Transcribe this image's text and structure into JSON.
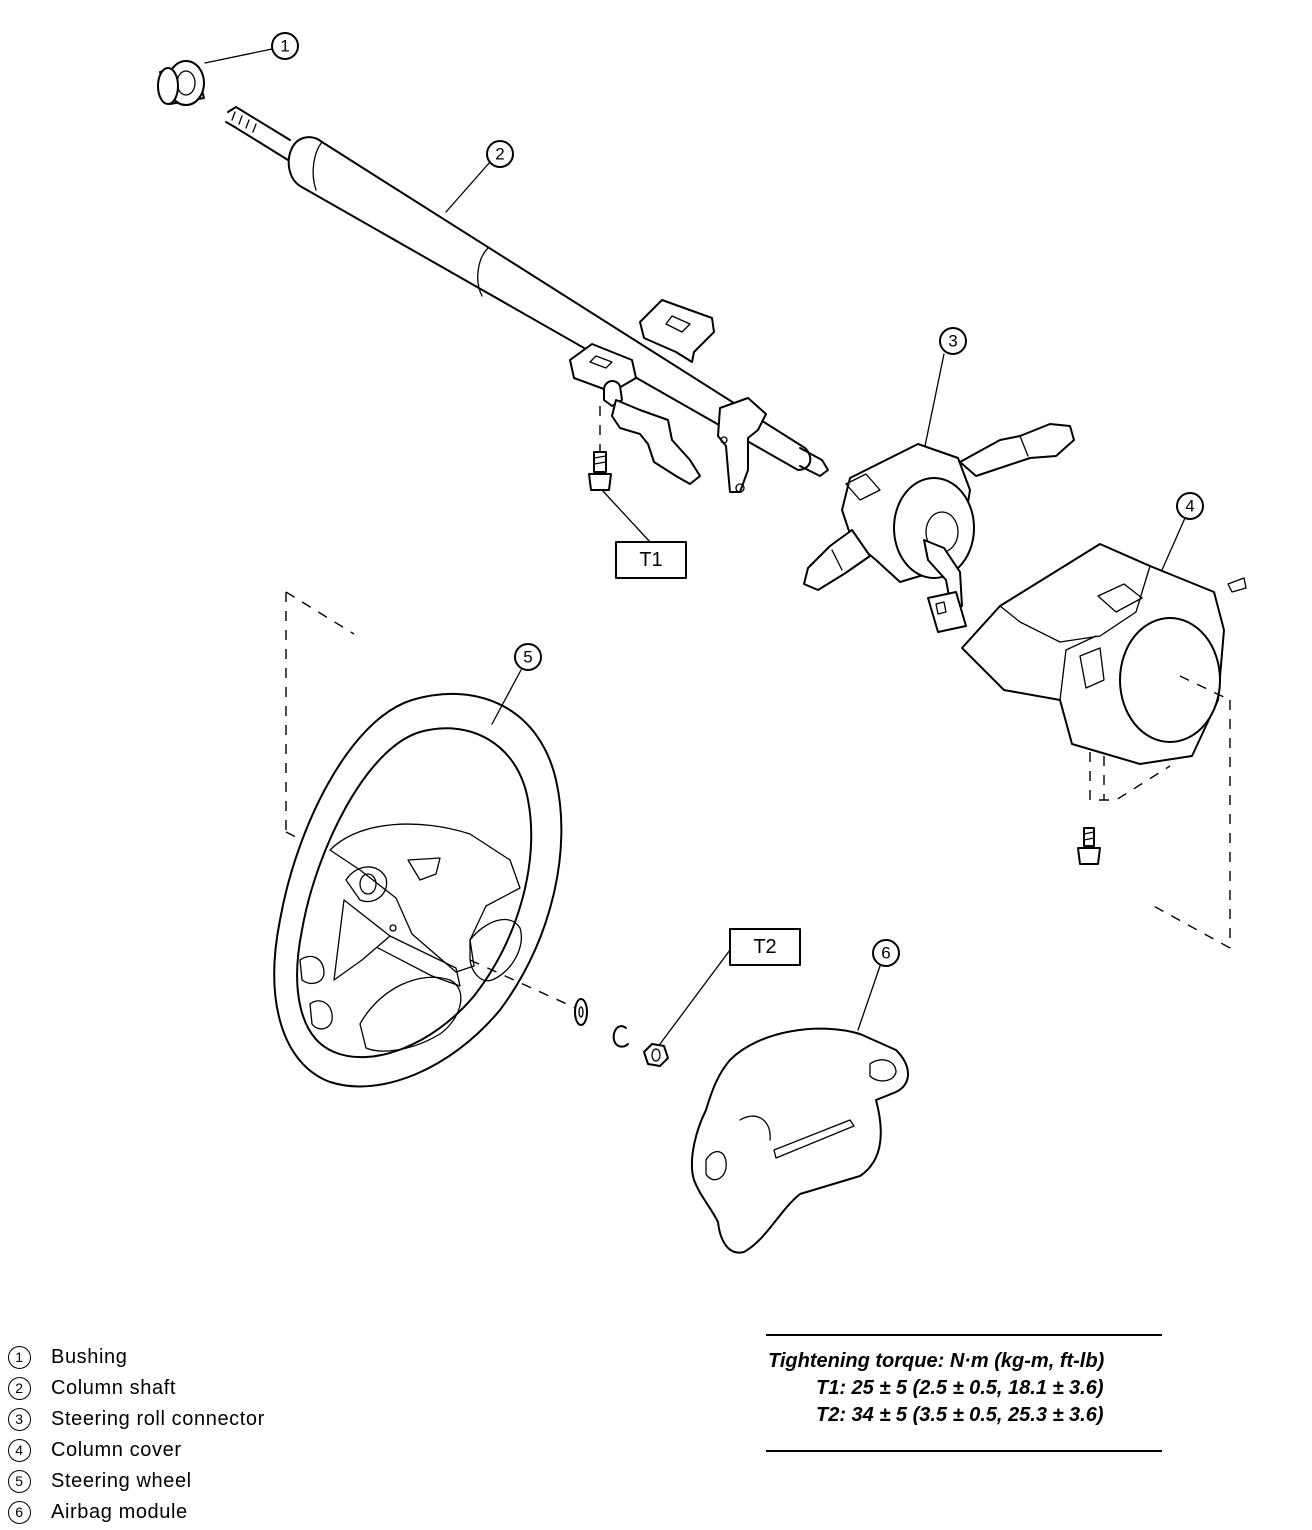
{
  "callouts": [
    {
      "label": "1",
      "part": "Bushing"
    },
    {
      "label": "2",
      "part": "Column shaft"
    },
    {
      "label": "3",
      "part": "Steering roll connector"
    },
    {
      "label": "4",
      "part": "Column cover"
    },
    {
      "label": "5",
      "part": "Steering wheel"
    },
    {
      "label": "6",
      "part": "Airbag module"
    }
  ],
  "torque_boxes": {
    "t1": "T1",
    "t2": "T2"
  },
  "legend": [
    {
      "num": "1",
      "text": "Bushing"
    },
    {
      "num": "2",
      "text": "Column shaft"
    },
    {
      "num": "3",
      "text": "Steering roll connector"
    },
    {
      "num": "4",
      "text": "Column cover"
    },
    {
      "num": "5",
      "text": "Steering wheel"
    },
    {
      "num": "6",
      "text": "Airbag module"
    }
  ],
  "torque_spec": {
    "title": "Tightening torque: N·m (kg-m, ft-lb)",
    "t1": "T1: 25 ± 5 (2.5 ± 0.5, 18.1 ± 3.6)",
    "t2": "T2: 34 ± 5 (3.5 ± 0.5, 25.3 ± 3.6)"
  }
}
